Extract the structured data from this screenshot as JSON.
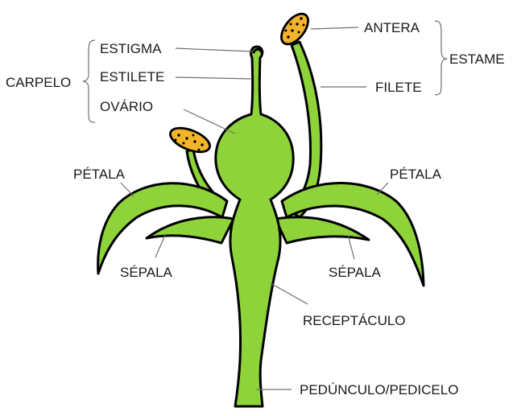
{
  "labels": {
    "estigma": "ESTIGMA",
    "estilete": "ESTILETE",
    "ovario": "OVÁRIO",
    "carpelo": "CARPELO",
    "antera": "ANTERA",
    "filete": "FILETE",
    "estame": "ESTAME",
    "petala_left": "PÉTALA",
    "petala_right": "PÉTALA",
    "sepala_left": "SÉPALA",
    "sepala_right": "SÉPALA",
    "receptaculo": "RECEPTÁCULO",
    "pedunculo": "PEDÚNCULO/PEDICELO"
  },
  "colors": {
    "plant_fill": "#8fd33a",
    "anther_fill": "#f2b42b",
    "outline": "#000000",
    "leader_line": "#6f6f6f"
  }
}
